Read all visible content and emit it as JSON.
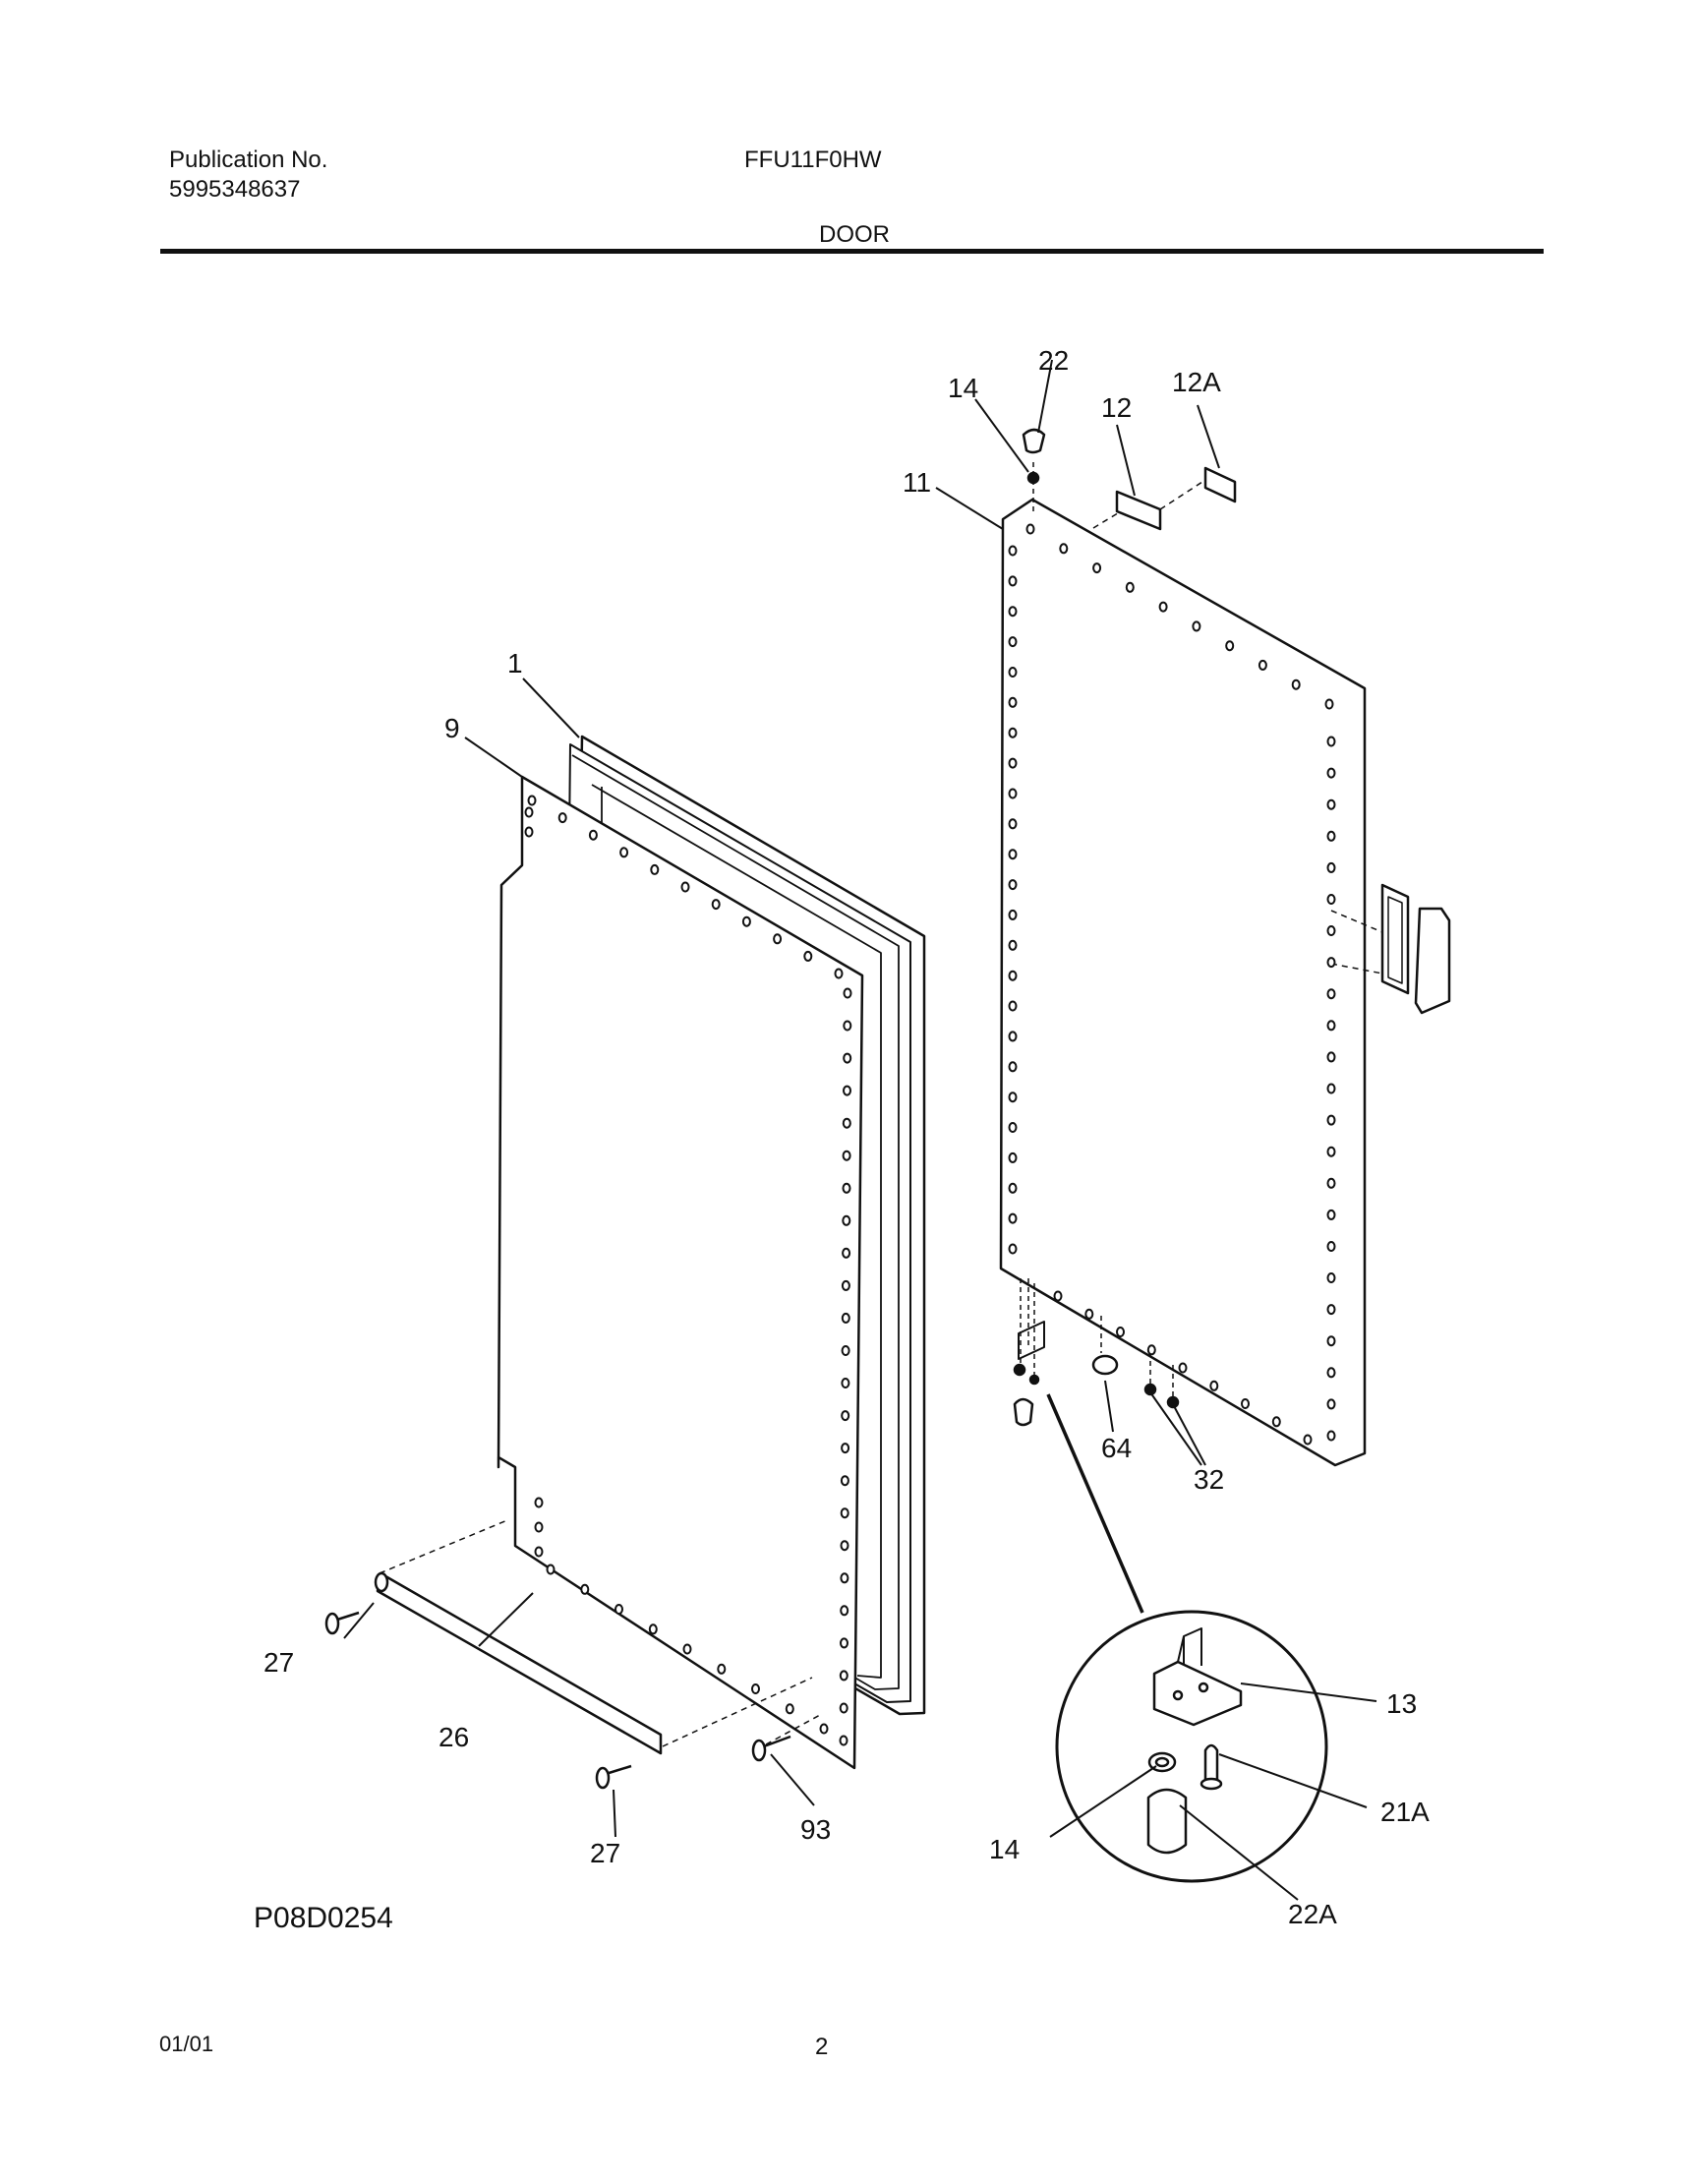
{
  "header": {
    "publication_label": "Publication No.",
    "publication_number": "5995348637",
    "model": "FFU11F0HW",
    "section": "DOOR"
  },
  "callouts": {
    "c1": "1",
    "c9": "9",
    "c11": "11",
    "c12": "12",
    "c12a": "12A",
    "c13": "13",
    "c14_top": "14",
    "c14_detail": "14",
    "c21a": "21A",
    "c22": "22",
    "c22a": "22A",
    "c26": "26",
    "c27_left": "27",
    "c27_bottom": "27",
    "c32": "32",
    "c64": "64",
    "c93": "93"
  },
  "drawing_code": "P08D0254",
  "footer": {
    "date": "01/01",
    "page": "2"
  }
}
